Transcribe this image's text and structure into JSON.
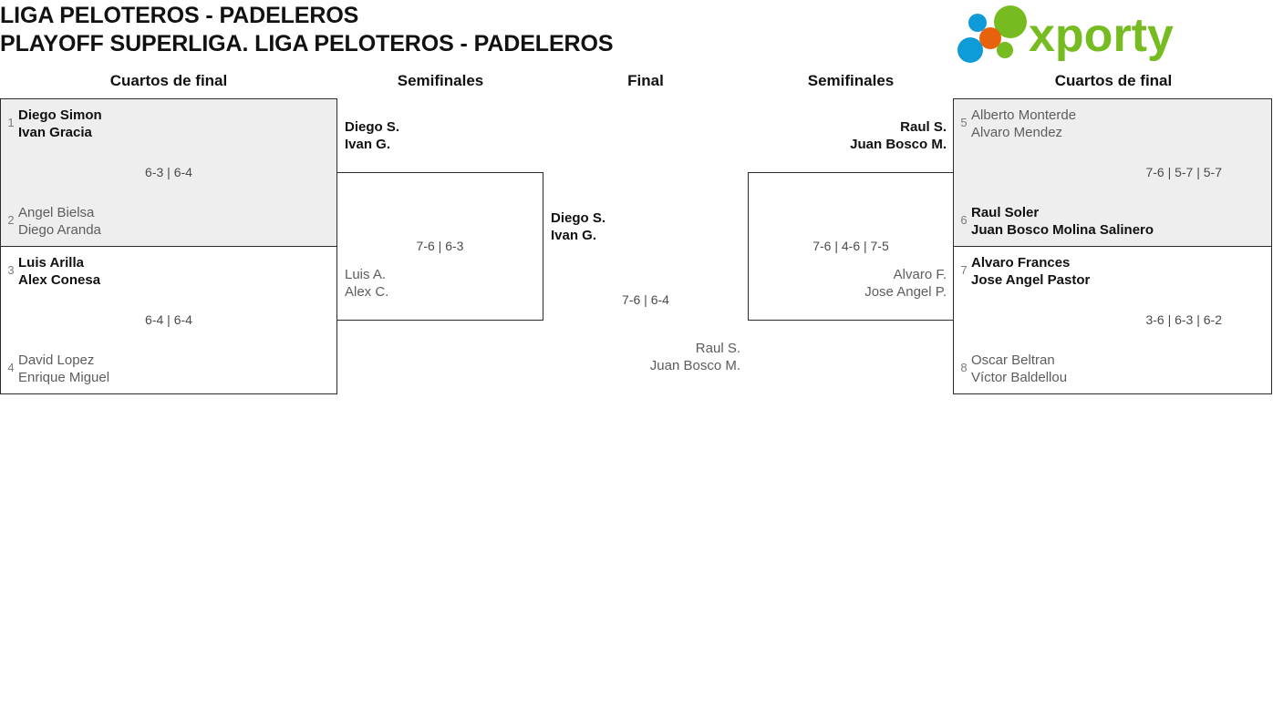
{
  "header": {
    "title_line1": "LIGA PELOTEROS - PADELEROS",
    "title_line2": "PLAYOFF SUPERLIGA. LIGA PELOTEROS - PADELEROS",
    "logo_text": "xporty",
    "logo_colors": {
      "green": "#76bc21",
      "blue": "#0f9bd7",
      "orange": "#e8620c"
    }
  },
  "columns": {
    "qf_left": "Cuartos de final",
    "sf_left": "Semifinales",
    "final": "Final",
    "sf_right": "Semifinales",
    "qf_right": "Cuartos de final"
  },
  "bracket": {
    "qf_left": [
      {
        "shaded": true,
        "top": {
          "seed": "1",
          "player1": "Diego Simon",
          "player2": "Ivan Gracia",
          "result": "winner"
        },
        "bottom": {
          "seed": "2",
          "player1": "Angel Bielsa",
          "player2": "Diego Aranda",
          "result": "loser"
        },
        "score": "6-3 | 6-4"
      },
      {
        "shaded": false,
        "top": {
          "seed": "3",
          "player1": "Luis Arilla",
          "player2": "Alex Conesa",
          "result": "winner"
        },
        "bottom": {
          "seed": "4",
          "player1": "David Lopez",
          "player2": "Enrique Miguel",
          "result": "loser"
        },
        "score": "6-4 | 6-4"
      }
    ],
    "sf_left": {
      "top": {
        "player1": "Diego S.",
        "player2": "Ivan G.",
        "result": "winner"
      },
      "bottom": {
        "player1": "Luis A.",
        "player2": "Alex C.",
        "result": "loser"
      },
      "score": "7-6 | 6-3"
    },
    "final": {
      "top": {
        "player1": "Diego S.",
        "player2": "Ivan G.",
        "result": "winner"
      },
      "bottom": {
        "player1": "Raul S.",
        "player2": "Juan Bosco M.",
        "result": "loser"
      },
      "score": "7-6 | 6-4"
    },
    "sf_right": {
      "top": {
        "player1": "Raul S.",
        "player2": "Juan Bosco M.",
        "result": "winner"
      },
      "bottom": {
        "player1": "Alvaro F.",
        "player2": "Jose Angel P.",
        "result": "loser"
      },
      "score": "7-6 | 4-6 | 7-5"
    },
    "qf_right": [
      {
        "shaded": true,
        "top": {
          "seed": "5",
          "player1": "Alberto Monterde",
          "player2": "Alvaro Mendez",
          "result": "loser"
        },
        "bottom": {
          "seed": "6",
          "player1": "Raul Soler",
          "player2": "Juan Bosco Molina Salinero",
          "result": "winner"
        },
        "score": "7-6 | 5-7 | 5-7"
      },
      {
        "shaded": false,
        "top": {
          "seed": "7",
          "player1": "Alvaro Frances",
          "player2": "Jose Angel Pastor",
          "result": "winner"
        },
        "bottom": {
          "seed": "8",
          "player1": "Oscar Beltran",
          "player2": "Víctor Baldellou",
          "result": "loser"
        },
        "score": "3-6 | 6-3 | 6-2"
      }
    ]
  }
}
